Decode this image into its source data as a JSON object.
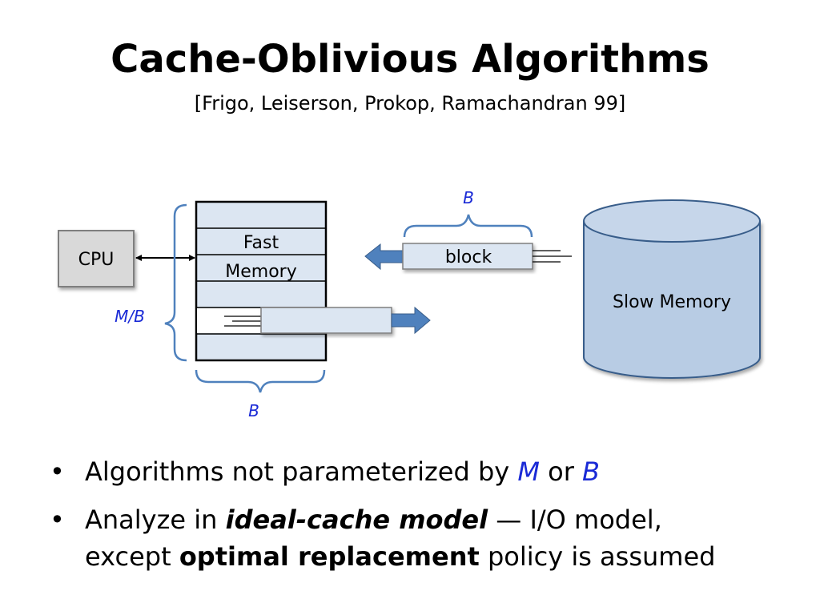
{
  "title": "Cache-Oblivious Algorithms",
  "subtitle": "[Frigo, Leiserson, Prokop, Ramachandran 99]",
  "diagram": {
    "cpu_label": "CPU",
    "fast_memory_line1": "Fast",
    "fast_memory_line2": "Memory",
    "block_label": "block",
    "slow_memory_label": "Slow Memory",
    "brace_top_label": "B",
    "brace_bottom_label": "B",
    "brace_left_label": "M/B"
  },
  "bullets": {
    "b1": {
      "text1": "Algorithms not parameterized by ",
      "var1": "M",
      "text2": " or ",
      "var2": "B"
    },
    "b2": {
      "text1": "Analyze in ",
      "emph": "ideal-cache model",
      "text2": " — I/O model,",
      "text3": "except ",
      "bold": "optimal replacement",
      "text4": " policy is assumed"
    }
  },
  "colors": {
    "accent_blue": "#1a2ad6",
    "memory_fill": "#dce6f2",
    "cylinder_fill": "#b8cce4",
    "arrow_blue": "#4f81bd"
  }
}
